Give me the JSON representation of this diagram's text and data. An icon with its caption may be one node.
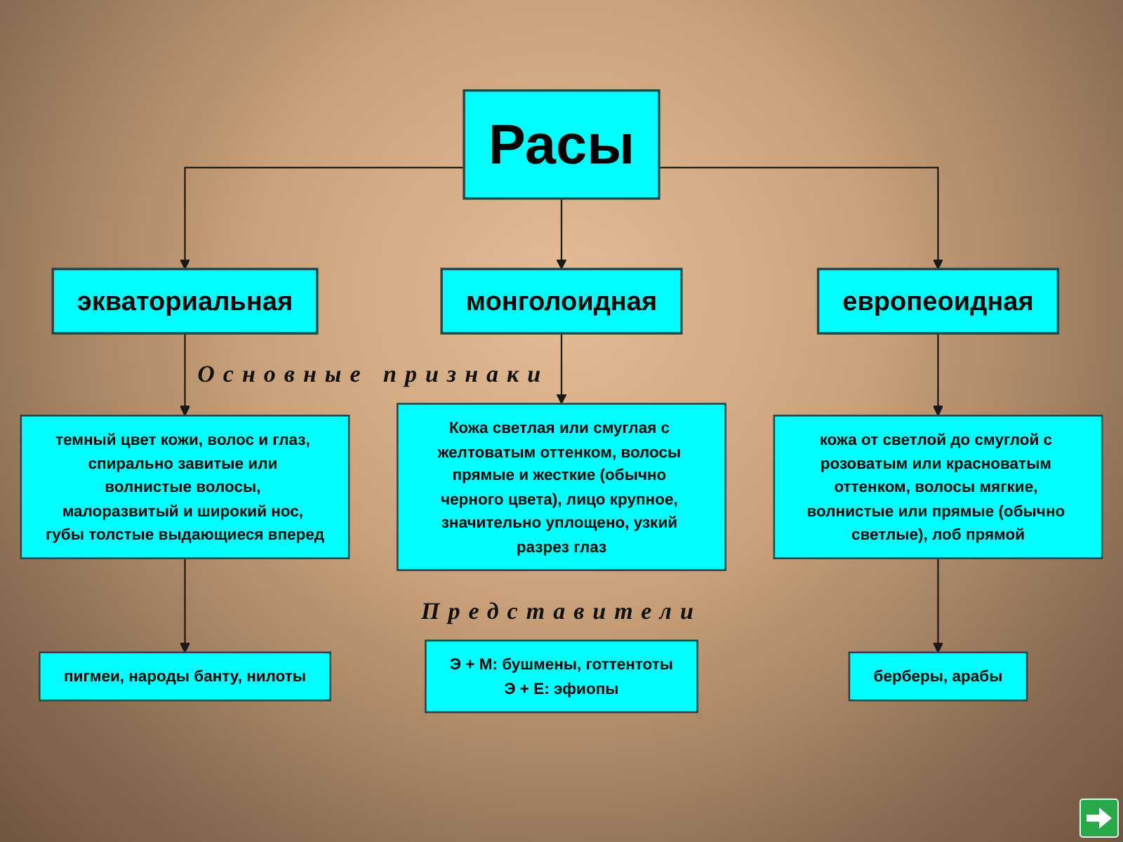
{
  "diagram": {
    "nodes": [
      {
        "text": [
          "Расы"
        ]
      },
      {
        "text": [
          "экваториальная"
        ]
      },
      {
        "text": [
          "монголоидная"
        ]
      },
      {
        "text": [
          "европеоидная"
        ]
      },
      {
        "text": [
          "темный цвет кожи, волос и глаз, спирально завитые или волнистые волосы, малоразвитый и широкий нос, губы толстые выдающиеся вперед"
        ]
      },
      {
        "text": [
          "Кожа светлая или смуглая с желтоватым оттенком, волосы прямые и жесткие (обычно черного цвета), лицо крупное, значительно уплощено, узкий разрез глаз"
        ]
      },
      {
        "text": [
          "кожа от светлой до смуглой с розоватым или красноватым оттенком, волосы мягкие, волнистые или прямые (обычно светлые), лоб прямой"
        ]
      },
      {
        "text": [
          "пигмеи, народы банту, нилоты"
        ]
      },
      {
        "text": [
          "берберы, арабы"
        ]
      },
      {
        "text": [
          "Э + М: бушмены, готтентоты",
          "Э + Е: эфиопы"
        ]
      }
    ],
    "edges": [
      {
        "from": 0,
        "to": 1,
        "arrow": "to"
      },
      {
        "from": 0,
        "to": 2,
        "arrow": "to"
      },
      {
        "from": 0,
        "to": 3,
        "arrow": "to"
      },
      {
        "from": 1,
        "to": 4,
        "arrow": "to"
      },
      {
        "from": 2,
        "to": 5,
        "arrow": "to"
      },
      {
        "from": 3,
        "to": 6,
        "arrow": "to"
      },
      {
        "from": 4,
        "to": 7,
        "arrow": "to"
      },
      {
        "from": 6,
        "to": 8,
        "arrow": "to"
      }
    ],
    "labels": [
      "Основные признаки",
      "Представители"
    ]
  }
}
